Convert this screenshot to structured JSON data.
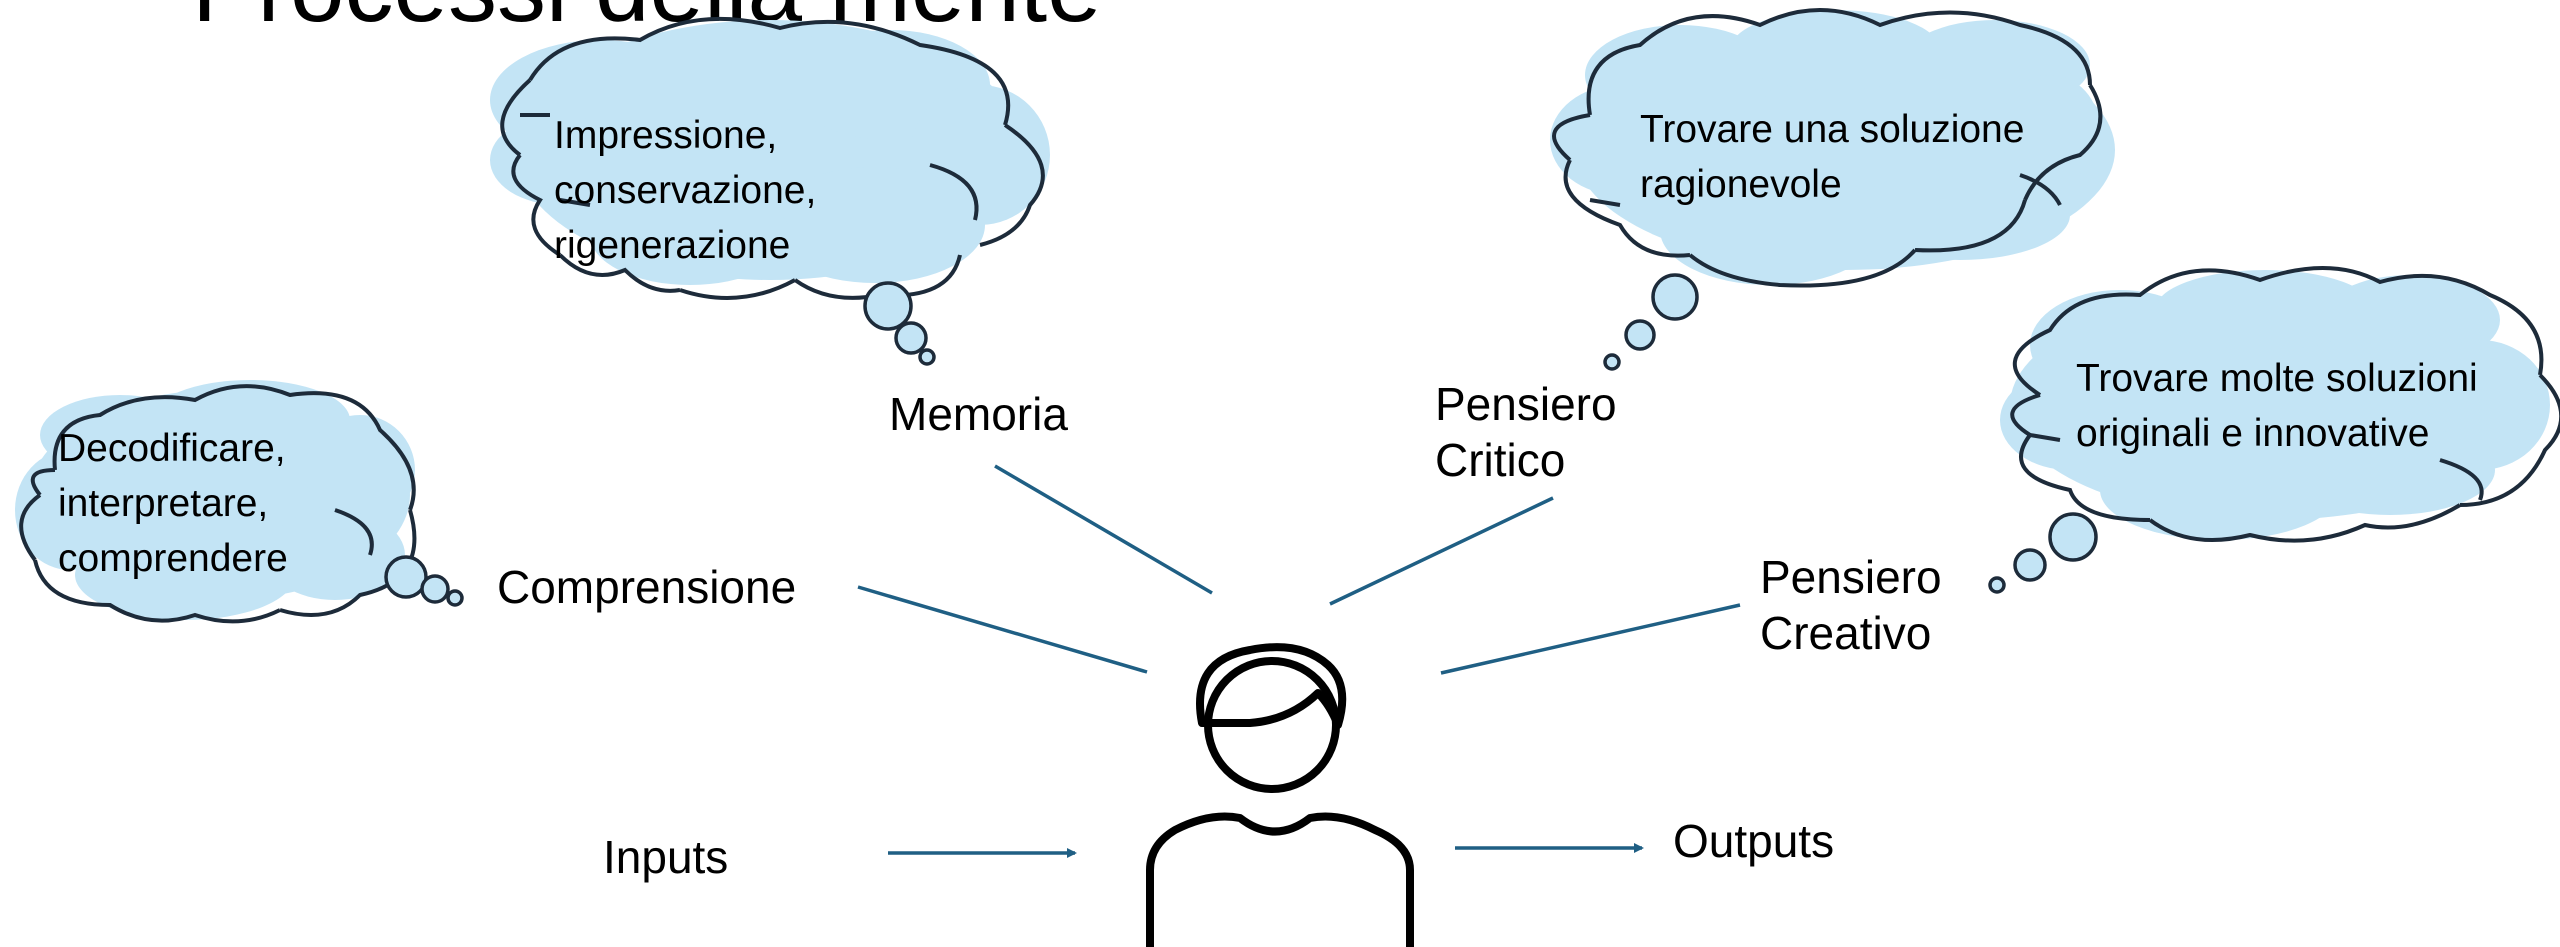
{
  "title": "Processi della mente",
  "colors": {
    "cloud_fill": "#c3e4f5",
    "cloud_outline": "#1d2b3a",
    "connector": "#1f5f84",
    "person_outline": "#000000"
  },
  "clouds": {
    "memoria": {
      "lines": [
        "Impressione,",
        "conservazione,",
        "rigenerazione"
      ]
    },
    "pensiero_critico": {
      "lines": [
        "Trovare una soluzione",
        "ragionevole"
      ]
    },
    "pensiero_creativo": {
      "lines": [
        "Trovare molte soluzioni",
        "originali e innovative"
      ]
    },
    "comprensione": {
      "lines": [
        "Decodificare,",
        "interpretare,",
        "comprendere"
      ]
    }
  },
  "labels": {
    "memoria": [
      "Memoria"
    ],
    "pensiero_critico": [
      "Pensiero",
      "Critico"
    ],
    "pensiero_creativo": [
      "Pensiero",
      "Creativo"
    ],
    "comprensione": [
      "Comprensione"
    ],
    "inputs": "Inputs",
    "outputs": "Outputs"
  },
  "icons": {
    "person": "person-icon"
  }
}
